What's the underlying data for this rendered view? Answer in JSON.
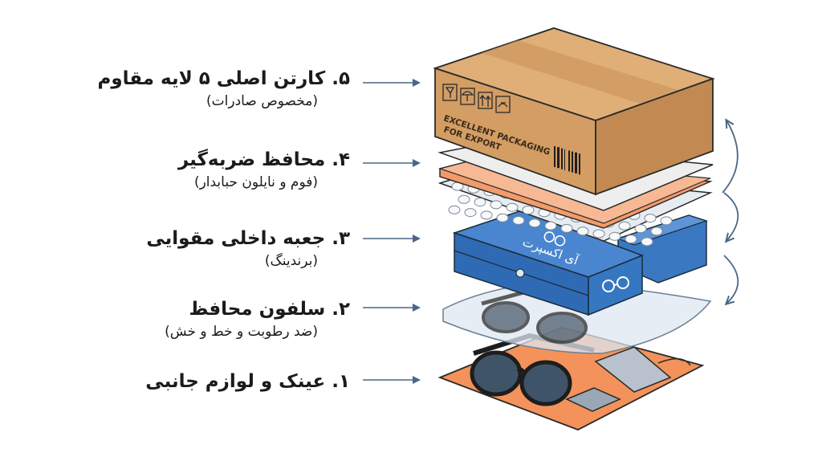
{
  "layers": [
    {
      "title": "۵. کارتن اصلی ۵ لایه مقاوم",
      "subtitle": "(مخصوص صادرات)"
    },
    {
      "title": "۴. محافظ ضربه‌گیر",
      "subtitle": "(فوم و نایلون حبابدار)"
    },
    {
      "title": "۳. جعبه داخلی مقوایی",
      "subtitle": "(برندینگ)"
    },
    {
      "title": "۲. سلفون محافظ",
      "subtitle": "(ضد رطوبت و خط و خش)"
    },
    {
      "title": "۱. عینک و لوازم جانبی",
      "subtitle": ""
    }
  ],
  "carton_text": {
    "line1": "EXCELLENT PACKAGING",
    "line2": "FOR EXPORT"
  },
  "inner_box_brand": "آی اکسپرت",
  "icons": [
    "fragile-glass-icon",
    "keep-dry-umbrella-icon",
    "this-way-up-icon",
    "handle-with-care-icon",
    "barcode-icon",
    "glasses-icon"
  ],
  "colors": {
    "carton": "#d9a56b",
    "inner_box": "#3a78c2",
    "foam": "#f29b6a",
    "mat": "#f4925b",
    "arrow": "#4a6786"
  }
}
